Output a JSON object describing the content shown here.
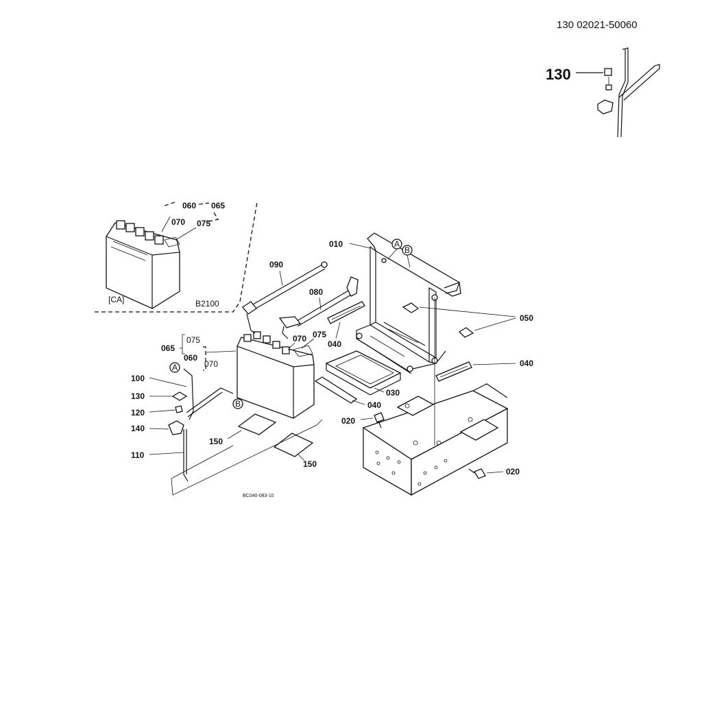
{
  "header": {
    "catalog_code": "130  02021-50060"
  },
  "inset": {
    "callout": "130"
  },
  "variants": {
    "ca_label": "[CA]",
    "model_label": "B2100"
  },
  "callouts": {
    "c010": "010",
    "c020a": "020",
    "c020b": "020",
    "c030": "030",
    "c040a": "040",
    "c040b": "040",
    "c040c": "040",
    "c050": "050",
    "c060a": "060",
    "c060b": "060",
    "c065a": "065",
    "c065b": "065",
    "c070a": "070",
    "c070b": "070",
    "c070c": "070",
    "c075a": "075",
    "c075b": "075",
    "c075c": "075",
    "c080": "080",
    "c090": "090",
    "c100": "100",
    "c110": "110",
    "c120": "120",
    "c130": "130",
    "c140": "140",
    "c150a": "150",
    "c150b": "150"
  },
  "markers": {
    "a1": "A",
    "a2": "A",
    "b1": "B",
    "b2": "B"
  },
  "footer": {
    "drawing_number": "BC040-083-10"
  }
}
